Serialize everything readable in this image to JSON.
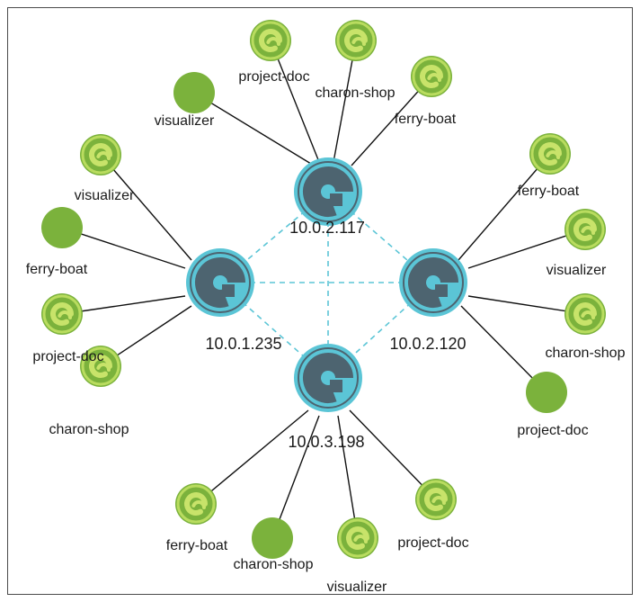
{
  "colors": {
    "host_ring": "#5bc5d6",
    "host_core": "#4d6470",
    "mesh_line": "#5bc5d6",
    "link_line": "#111111",
    "container_fill": "#7bb23c",
    "container_ring": "#b9dc5f",
    "container_swirl": "#c8e36a"
  },
  "hosts": [
    {
      "id": "host-top",
      "ip": "10.0.2.117",
      "containers": [
        {
          "name": "visualizer",
          "state": "plain"
        },
        {
          "name": "project-doc",
          "state": "spinning"
        },
        {
          "name": "charon-shop",
          "state": "spinning"
        },
        {
          "name": "ferry-boat",
          "state": "spinning"
        }
      ]
    },
    {
      "id": "host-left",
      "ip": "10.0.1.235",
      "containers": [
        {
          "name": "visualizer",
          "state": "spinning"
        },
        {
          "name": "ferry-boat",
          "state": "plain"
        },
        {
          "name": "project-doc",
          "state": "spinning"
        },
        {
          "name": "charon-shop",
          "state": "spinning"
        }
      ]
    },
    {
      "id": "host-right",
      "ip": "10.0.2.120",
      "containers": [
        {
          "name": "ferry-boat",
          "state": "spinning"
        },
        {
          "name": "visualizer",
          "state": "spinning"
        },
        {
          "name": "charon-shop",
          "state": "spinning"
        },
        {
          "name": "project-doc",
          "state": "plain"
        }
      ]
    },
    {
      "id": "host-bottom",
      "ip": "10.0.3.198",
      "containers": [
        {
          "name": "ferry-boat",
          "state": "spinning"
        },
        {
          "name": "charon-shop",
          "state": "plain"
        },
        {
          "name": "visualizer",
          "state": "spinning"
        },
        {
          "name": "project-doc",
          "state": "spinning"
        }
      ]
    }
  ]
}
